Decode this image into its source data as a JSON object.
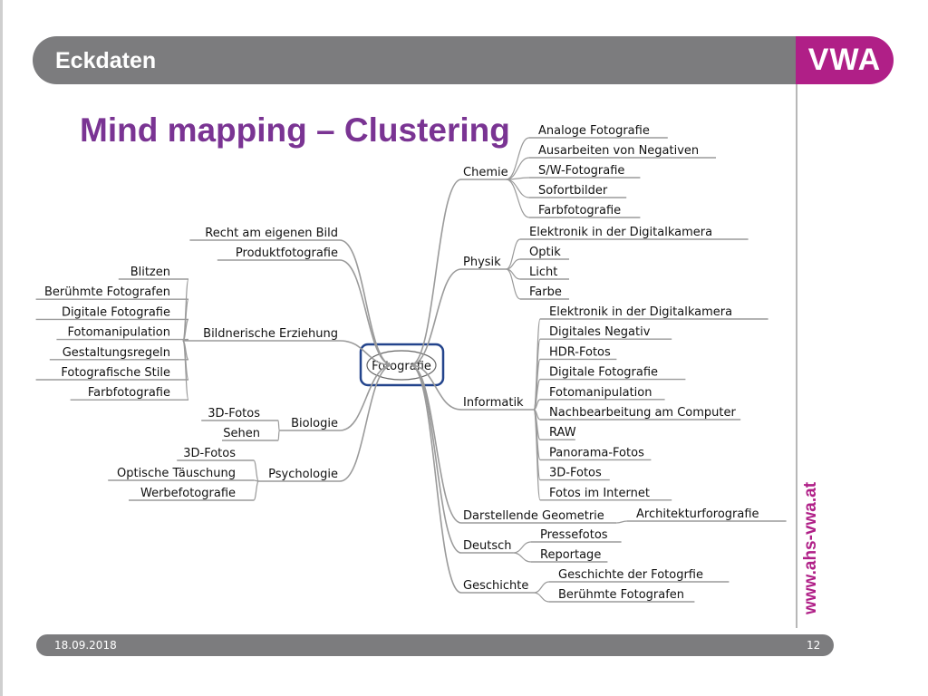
{
  "header": {
    "title": "Eckdaten",
    "logo": "VWA"
  },
  "slide_title": "Mind mapping – Clustering",
  "website": "www.ahs-vwa.at",
  "footer": {
    "date": "18.09.2018",
    "page": "12"
  },
  "mindmap": {
    "center": "Fotografie",
    "left": [
      {
        "label": "Recht am eigenen Bild",
        "children": []
      },
      {
        "label": "Produktfotografie",
        "children": []
      },
      {
        "label": "Bildnerische Erziehung",
        "children": [
          "Blitzen",
          "Berühmte Fotografen",
          "Digitale Fotografie",
          "Fotomanipulation",
          "Gestaltungsregeln",
          "Fotografische Stile",
          "Farbfotografie"
        ]
      },
      {
        "label": "Biologie",
        "children": [
          "3D-Fotos",
          "Sehen"
        ]
      },
      {
        "label": "Psychologie",
        "children": [
          "3D-Fotos",
          "Optische Täuschung",
          "Werbefotografie"
        ]
      }
    ],
    "right": [
      {
        "label": "Chemie",
        "children": [
          "Analoge Fotografie",
          "Ausarbeiten von Negativen",
          "S/W-Fotografie",
          "Sofortbilder",
          "Farbfotografie"
        ]
      },
      {
        "label": "Physik",
        "children": [
          "Elektronik in der Digitalkamera",
          "Optik",
          "Licht",
          "Farbe"
        ]
      },
      {
        "label": "Informatik",
        "children": [
          "Elektronik in der Digitalkamera",
          "Digitales Negativ",
          "HDR-Fotos",
          "Digitale Fotografie",
          "Fotomanipulation",
          "Nachbearbeitung am Computer",
          "RAW",
          "Panorama-Fotos",
          "3D-Fotos",
          "Fotos im Internet"
        ]
      },
      {
        "label": "Darstellende Geometrie",
        "children": [
          "Architekturforografie"
        ]
      },
      {
        "label": "Deutsch",
        "children": [
          "Pressefotos",
          "Reportage"
        ]
      },
      {
        "label": "Geschichte",
        "children": [
          "Geschichte der Fotogrfie",
          "Berühmte Fotografen"
        ]
      }
    ]
  }
}
